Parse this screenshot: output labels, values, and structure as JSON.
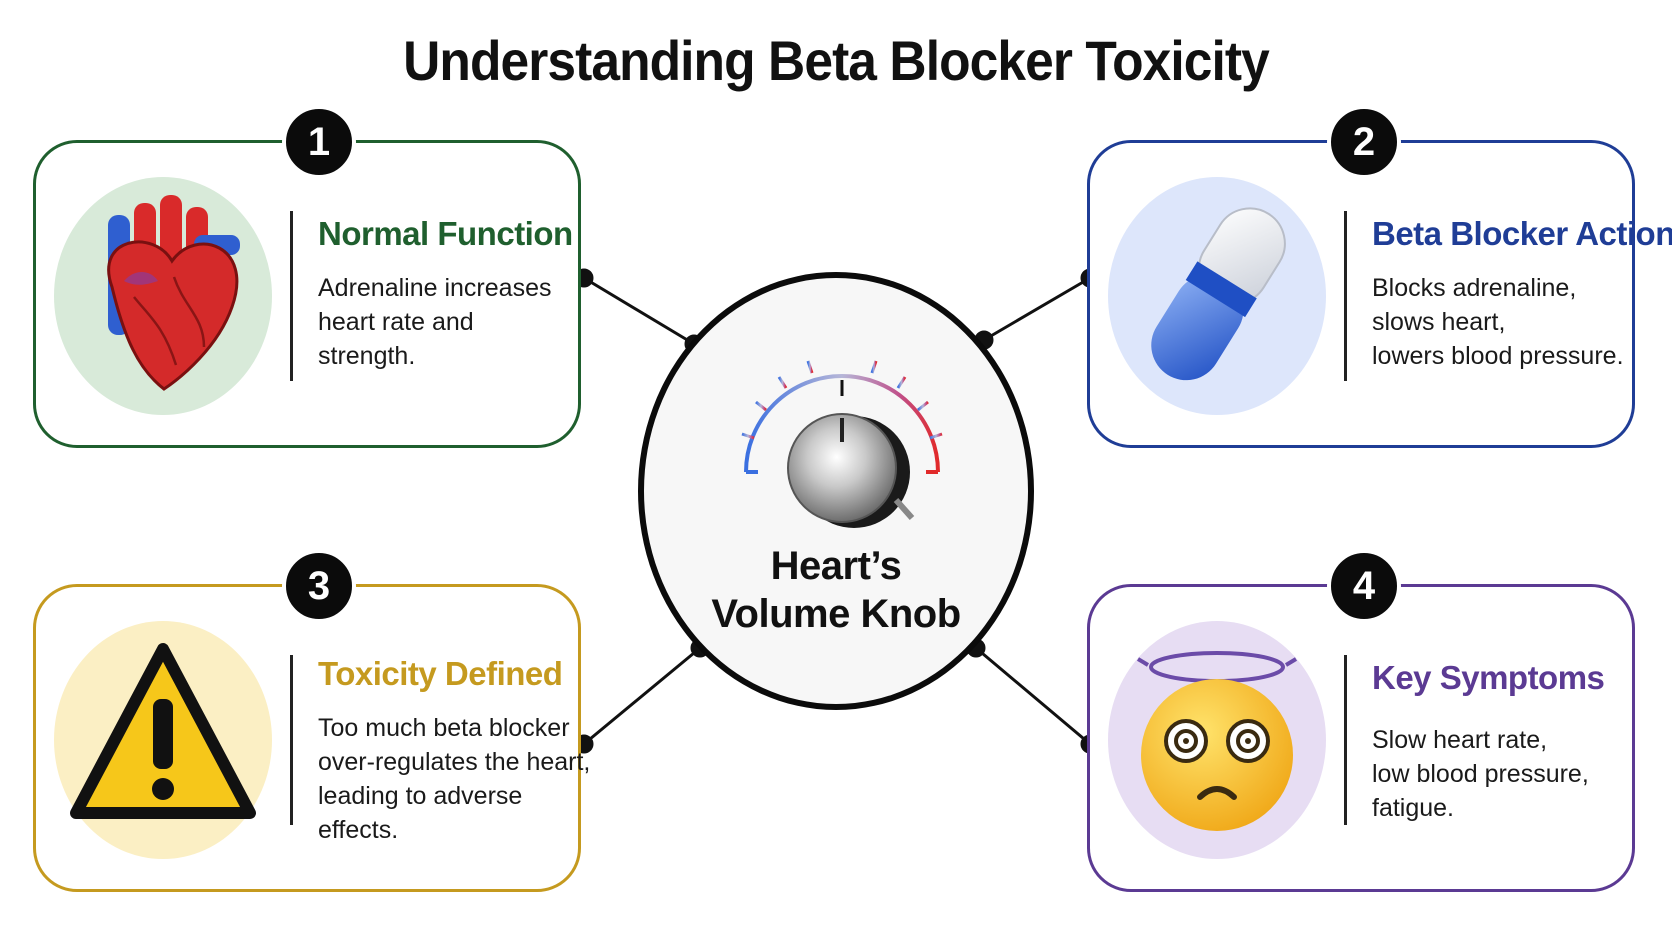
{
  "title": "Understanding Beta Blocker Toxicity",
  "hub": {
    "line1": "Heart’s",
    "line2": "Volume Knob",
    "icon": "volume-knob-icon"
  },
  "cards": [
    {
      "number": "1",
      "heading": "Normal Function",
      "lines": [
        "Adrenaline increases",
        "heart rate and",
        "strength."
      ],
      "icon": "heart-icon",
      "color": "#1f5f2e"
    },
    {
      "number": "2",
      "heading": "Beta Blocker Action",
      "lines": [
        "Blocks adrenaline,",
        "slows heart,",
        "lowers blood pressure."
      ],
      "icon": "pill-icon",
      "color": "#1f3d96"
    },
    {
      "number": "3",
      "heading": "Toxicity Defined",
      "lines": [
        "Too much beta blocker",
        "over-regulates the heart,",
        "leading to adverse",
        "effects."
      ],
      "icon": "warning-icon",
      "color": "#c59a1f"
    },
    {
      "number": "4",
      "heading": "Key Symptoms",
      "lines": [
        "Slow heart rate,",
        "low blood pressure,",
        "fatigue."
      ],
      "icon": "dizzy-face-icon",
      "color": "#5b3a93"
    }
  ]
}
